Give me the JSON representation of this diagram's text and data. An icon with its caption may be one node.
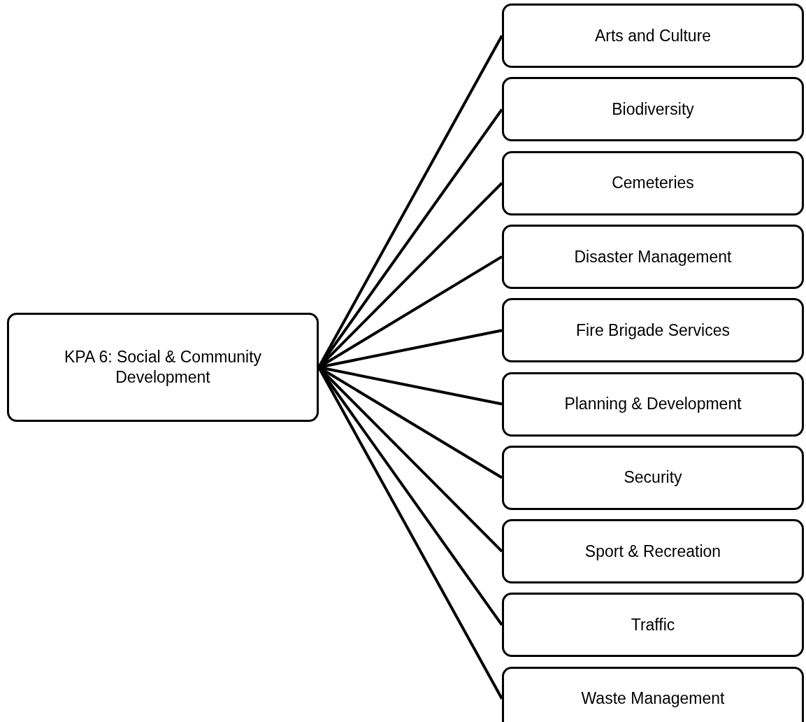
{
  "diagram": {
    "nodes": [
      {
        "text": [
          "KPA 6: Social & Community Development"
        ]
      },
      {
        "text": [
          "Arts and Culture"
        ]
      },
      {
        "text": [
          "Biodiversity"
        ]
      },
      {
        "text": [
          "Cemeteries"
        ]
      },
      {
        "text": [
          "Disaster Management"
        ]
      },
      {
        "text": [
          "Fire Brigade Services"
        ]
      },
      {
        "text": [
          "Planning & Development"
        ]
      },
      {
        "text": [
          "Security"
        ]
      },
      {
        "text": [
          "Sport & Recreation"
        ]
      },
      {
        "text": [
          "Traffic"
        ]
      },
      {
        "text": [
          "Waste Management"
        ]
      }
    ],
    "edges": [
      {
        "from": 0,
        "to": 1,
        "arrow": "none"
      },
      {
        "from": 0,
        "to": 2,
        "arrow": "none"
      },
      {
        "from": 0,
        "to": 3,
        "arrow": "none"
      },
      {
        "from": 0,
        "to": 4,
        "arrow": "none"
      },
      {
        "from": 0,
        "to": 5,
        "arrow": "none"
      },
      {
        "from": 0,
        "to": 6,
        "arrow": "none"
      },
      {
        "from": 0,
        "to": 7,
        "arrow": "none"
      },
      {
        "from": 0,
        "to": 8,
        "arrow": "none"
      },
      {
        "from": 0,
        "to": 9,
        "arrow": "none"
      },
      {
        "from": 0,
        "to": 10,
        "arrow": "none"
      }
    ]
  }
}
